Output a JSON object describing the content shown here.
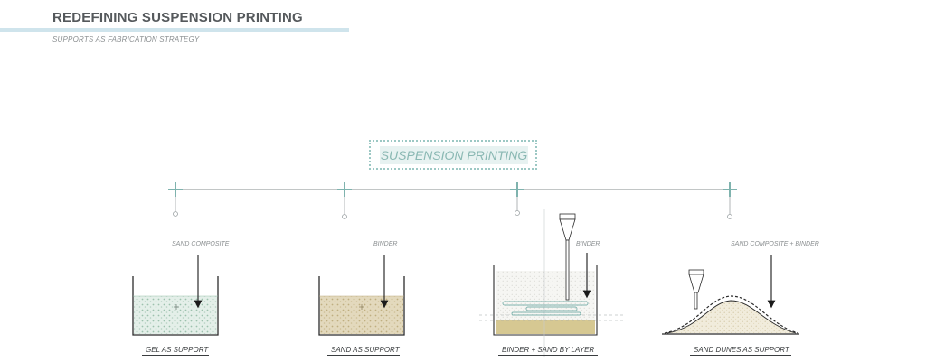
{
  "header": {
    "title": "REDEFINING SUSPENSION PRINTING",
    "subtitle": "SUPPORTS AS FABRICATION STRATEGY"
  },
  "center": {
    "label": "SUSPENSION PRINTING"
  },
  "stages": [
    {
      "material": "SAND COMPOSITE",
      "caption": "GEL AS SUPPORT"
    },
    {
      "material": "BINDER",
      "caption": "SAND AS SUPPORT"
    },
    {
      "material": "BINDER",
      "caption": "BINDER + SAND BY LAYER"
    },
    {
      "material": "SAND COMPOSITE + BINDER",
      "caption": "SAND DUNES AS SUPPORT"
    }
  ],
  "colors": {
    "accent": "#7fb3ae",
    "rule": "#cfe4ec",
    "gel": "#cfe3d8",
    "sand": "#d8ccaa"
  }
}
